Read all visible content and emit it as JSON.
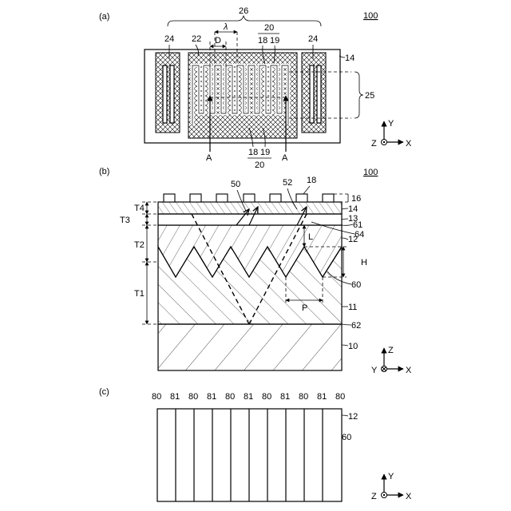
{
  "panel_a": {
    "panel_label": "(a)",
    "figure_ref": "100",
    "labels": {
      "l26": "26",
      "lambda": "λ",
      "D": "D",
      "l20_top": "20",
      "l18_top": "18",
      "l19_top": "19",
      "l22": "22",
      "l24_left": "24",
      "l24_right": "24",
      "l14": "14",
      "l25": "25",
      "l18_bot": "18",
      "l19_bot": "19",
      "l20_bot": "20",
      "A_left": "A",
      "A_right": "A"
    },
    "axes": {
      "z": "Z",
      "y": "Y",
      "x": "X"
    }
  },
  "panel_b": {
    "panel_label": "(b)",
    "figure_ref": "100",
    "labels": {
      "l50": "50",
      "l52": "52",
      "l18": "18",
      "l16": "16",
      "l14": "14",
      "l13": "13",
      "l61": "61",
      "l64": "64",
      "l12": "12",
      "L": "L",
      "H": "H",
      "l60": "60",
      "P": "P",
      "l11": "11",
      "l62": "62",
      "l10": "10",
      "T4": "T4",
      "T3": "T3",
      "T2": "T2",
      "T1": "T1"
    },
    "axes": {
      "y": "Y",
      "z": "Z",
      "x": "X"
    }
  },
  "panel_c": {
    "panel_label": "(c)",
    "top_labels": [
      "80",
      "81",
      "80",
      "81",
      "80",
      "81",
      "80",
      "81",
      "80",
      "81",
      "80"
    ],
    "labels": {
      "l12": "12",
      "l60": "60"
    },
    "axes": {
      "z": "Z",
      "y": "Y",
      "x": "X"
    }
  }
}
